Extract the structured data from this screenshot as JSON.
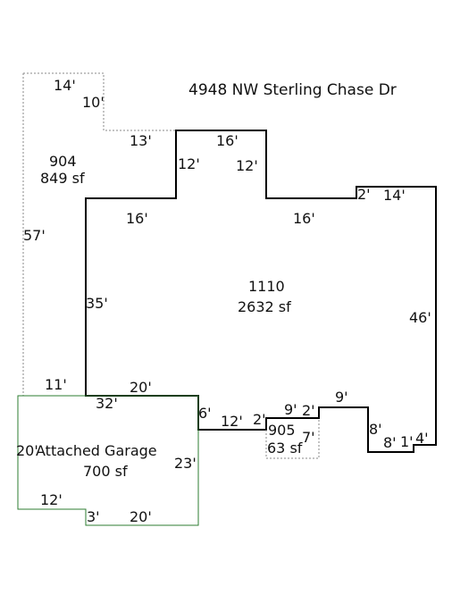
{
  "address": "4948 NW Sterling Chase Dr",
  "areas": {
    "lot_904": {
      "code": "904",
      "size": "849 sf"
    },
    "main_1110": {
      "code": "1110",
      "size": "2632 sf"
    },
    "garage": {
      "name": "Attached Garage",
      "size": "700 sf"
    },
    "porch_905": {
      "code": "905",
      "size": "63 sf"
    }
  },
  "dimensions": {
    "d14_top": "14'",
    "d10": "10'",
    "d13": "13'",
    "d16_top": "16'",
    "d12_left": "12'",
    "d12_right": "12'",
    "d2_ell": "2'",
    "d14_ell": "14'",
    "d16_left": "16'",
    "d16_right": "16'",
    "d57": "57'",
    "d35": "35'",
    "d46": "46'",
    "d11": "11'",
    "d20_top": "20'",
    "d32": "32'",
    "d6": "6'",
    "d12_step": "12'",
    "d2_step": "2'",
    "d9_porch": "9'",
    "d2_porch": "2'",
    "d9_right": "9'",
    "d7_porch": "7'",
    "d8_vert": "8'",
    "d8_horiz": "8'",
    "d1": "1'",
    "d4": "4'",
    "d20_garage_left": "20'",
    "d23": "23'",
    "d12_garage": "12'",
    "d3": "3'",
    "d20_garage_bottom": "20'"
  },
  "colors": {
    "building_line": "#000000",
    "garage_line": "#2e7d32",
    "dotted_line": "#888888",
    "text": "#111111"
  }
}
